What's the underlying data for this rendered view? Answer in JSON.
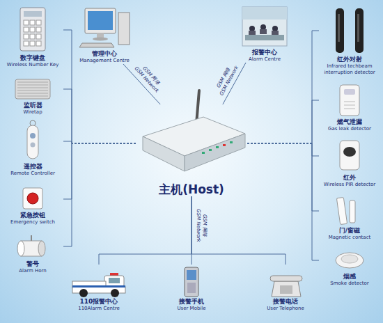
{
  "diagram": {
    "nodes": [
      {
        "text": [
          "管理中心",
          "Management Centre"
        ]
      },
      {
        "text": [
          "报警中心",
          "Alarm Centre"
        ]
      },
      {
        "text": [
          "数字键盘",
          "Wireless Number Key"
        ]
      },
      {
        "text": [
          "监听器",
          "Wiretap"
        ]
      },
      {
        "text": [
          "遥控器",
          "Remote Controller"
        ]
      },
      {
        "text": [
          "紧急按钮",
          "Emergency switch"
        ]
      },
      {
        "text": [
          "警号",
          "Alarm Horn"
        ]
      },
      {
        "text": [
          "主机(Host)"
        ]
      },
      {
        "text": [
          "红外对射",
          "Infrared techbeam interruption detector"
        ]
      },
      {
        "text": [
          "燃气泄漏",
          "Gas leak detector"
        ]
      },
      {
        "text": [
          "红外",
          "Wireless PIR detector"
        ]
      },
      {
        "text": [
          "门/窗磁",
          "Magnetic contact"
        ]
      },
      {
        "text": [
          "烟感",
          "Smoke detector"
        ]
      },
      {
        "text": [
          "110报警中心",
          "110Alarm Centre"
        ]
      },
      {
        "text": [
          "接警手机",
          "User Mobile"
        ]
      },
      {
        "text": [
          "接警电话",
          "User Telephone"
        ]
      }
    ],
    "edges": [
      {
        "from": 7,
        "to": 0,
        "arrow": "none",
        "label": "GSM 网络 GSM Network"
      },
      {
        "from": 7,
        "to": 1,
        "arrow": "none",
        "label": "GSM 网络 GSM Network"
      },
      {
        "from": 7,
        "to": 2,
        "arrow": "none"
      },
      {
        "from": 7,
        "to": 3,
        "arrow": "none"
      },
      {
        "from": 7,
        "to": 4,
        "arrow": "none"
      },
      {
        "from": 7,
        "to": 5,
        "arrow": "none"
      },
      {
        "from": 7,
        "to": 6,
        "arrow": "none"
      },
      {
        "from": 7,
        "to": 8,
        "arrow": "none"
      },
      {
        "from": 7,
        "to": 9,
        "arrow": "none"
      },
      {
        "from": 7,
        "to": 10,
        "arrow": "none"
      },
      {
        "from": 7,
        "to": 11,
        "arrow": "none"
      },
      {
        "from": 7,
        "to": 12,
        "arrow": "none"
      },
      {
        "from": 7,
        "to": 13,
        "arrow": "none"
      },
      {
        "from": 7,
        "to": 14,
        "arrow": "none",
        "label": "GSM 网络 GSM Network"
      },
      {
        "from": 7,
        "to": 15,
        "arrow": "none"
      }
    ]
  }
}
